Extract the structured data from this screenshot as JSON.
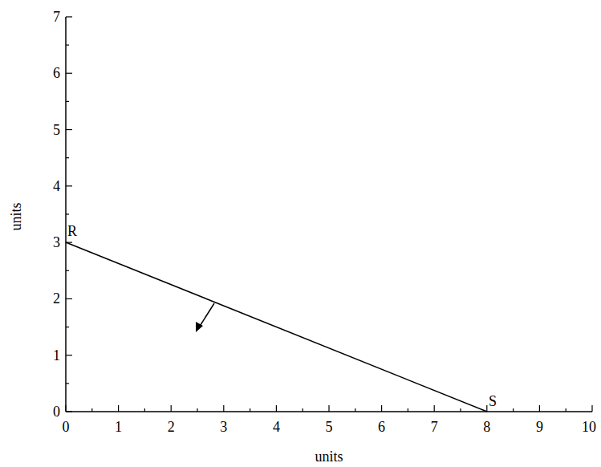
{
  "diagram": {
    "labels": [
      "units",
      "units",
      "0",
      "1",
      "2",
      "3",
      "4",
      "5",
      "6",
      "7",
      "0",
      "1",
      "2",
      "3",
      "4",
      "5",
      "6",
      "7",
      "8",
      "9",
      "10",
      "R",
      "S"
    ]
  }
}
